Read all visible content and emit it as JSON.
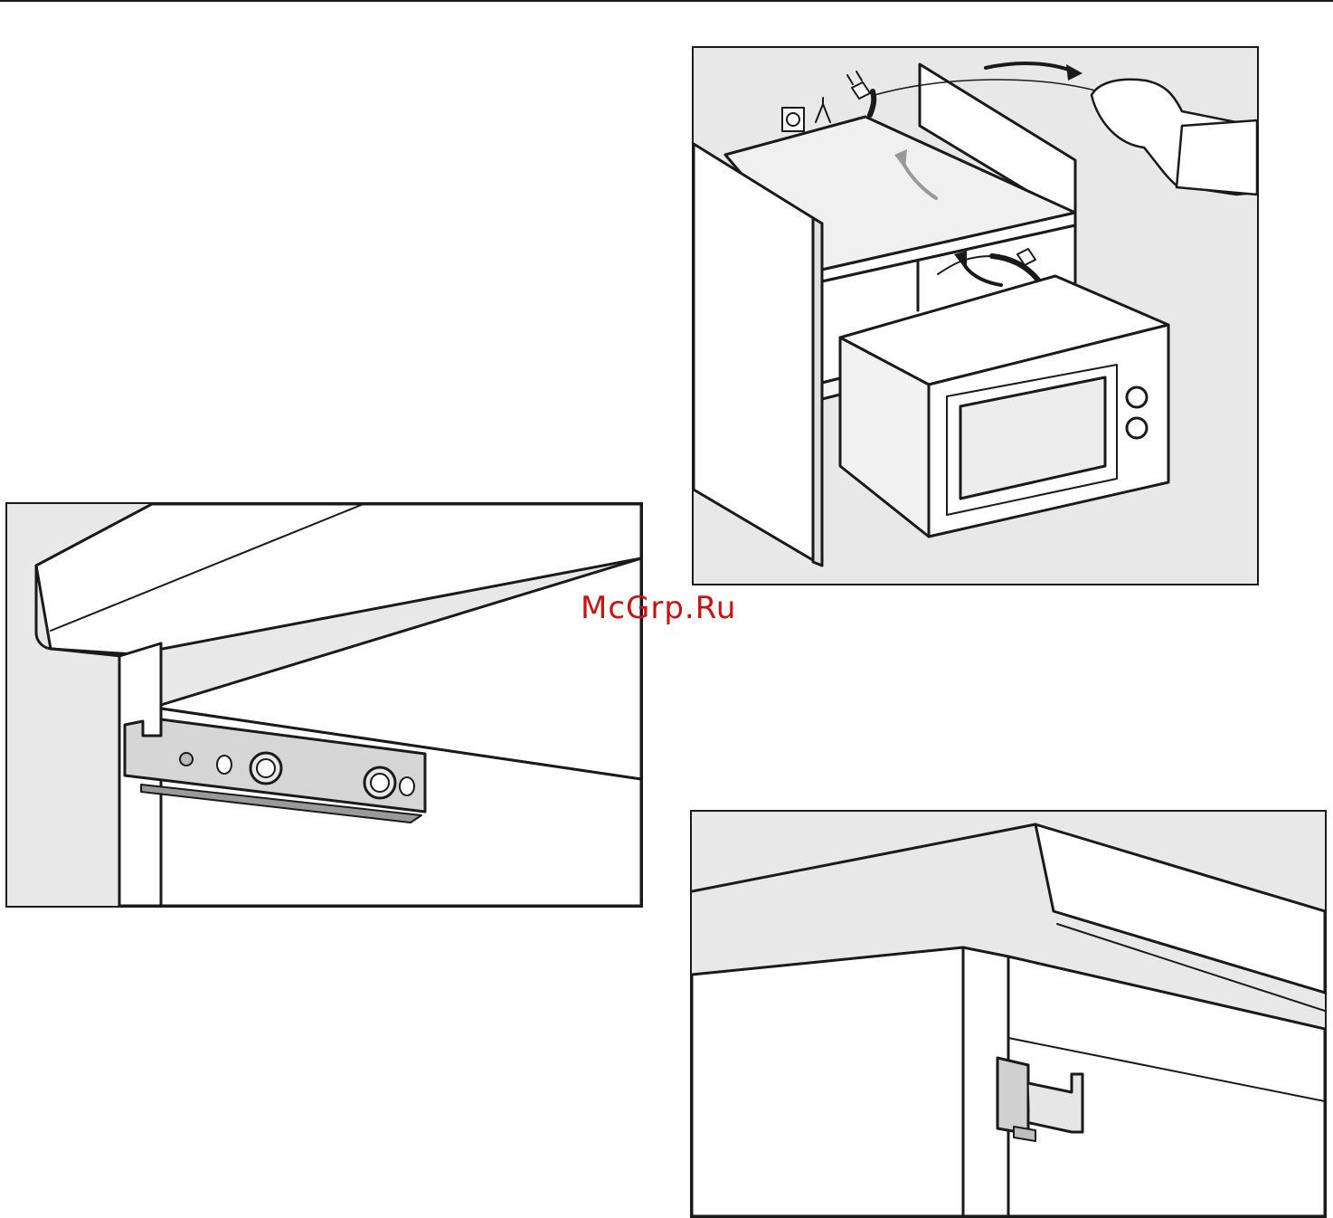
{
  "page": {
    "watermark": "McGrp.Ru"
  },
  "figures": [
    {
      "id": "microwave-installation",
      "caption": ""
    },
    {
      "id": "mounting-bracket",
      "caption": ""
    },
    {
      "id": "retaining-clip",
      "caption": ""
    }
  ],
  "colors": {
    "panel_background": "#e8e8e8",
    "line": "#1a1a1a",
    "surface": "#ffffff",
    "watermark": "#cc1111",
    "arrow_grey": "#999999"
  }
}
